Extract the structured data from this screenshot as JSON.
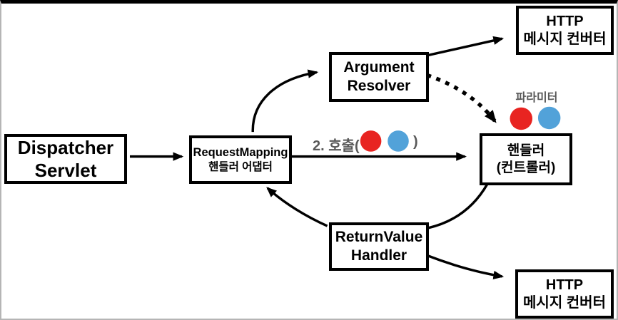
{
  "diagram": {
    "title_hint": "Spring MVC handler adapter flow diagram",
    "nodes": {
      "dispatcher_servlet": {
        "line1": "Dispatcher",
        "line2": "Servlet"
      },
      "handler_adapter": {
        "line1": "RequestMapping",
        "line2": "핸들러 어댑터"
      },
      "argument_resolver": {
        "line1": "Argument",
        "line2": "Resolver"
      },
      "http_converter_top": {
        "line1": "HTTP",
        "line2": "메시지 컨버터"
      },
      "handler": {
        "line1": "핸들러",
        "line2": "(컨트롤러)"
      },
      "return_value_handler": {
        "line1": "ReturnValue",
        "line2": "Handler"
      },
      "http_converter_bottom": {
        "line1": "HTTP",
        "line2": "메시지 컨버터"
      }
    },
    "labels": {
      "call_open": "2. 호출(",
      "call_close": ")",
      "parameter": "파라미터"
    },
    "colors": {
      "param_red": "#e82421",
      "param_blue": "#52a2d9",
      "gray_text": "#595959",
      "line": "#000000",
      "frame_gray": "#b5b5b5"
    }
  }
}
